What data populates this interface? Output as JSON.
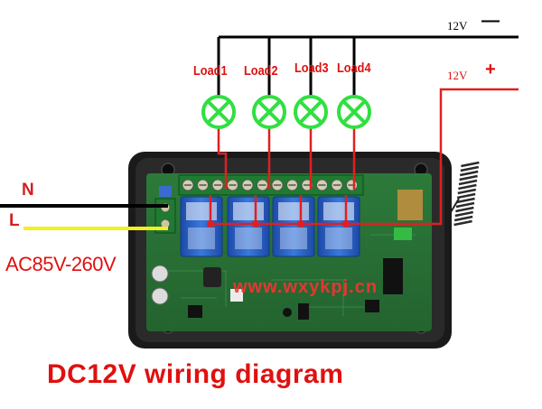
{
  "supply": {
    "negative_label": "12V",
    "negative_sign": "—",
    "positive_label": "12V",
    "positive_sign": "+"
  },
  "loads": [
    "Load1",
    "Load2",
    "Load3",
    "Load4"
  ],
  "mains": {
    "neutral_label": "N",
    "live_label": "L",
    "voltage_range": "AC85V-260V"
  },
  "watermark": "www.wxykpj.cn",
  "caption": "DC12V wiring diagram",
  "colors": {
    "negative_wire": "#000000",
    "positive_wire": "#e02020",
    "neutral_wire": "#000000",
    "live_wire": "#f0f020",
    "load_lamp": "#30e040",
    "relay": "#2a62c8",
    "pcb": "#2f7a3e",
    "enclosure": "#1d1d1d",
    "label_text": "#e01010"
  }
}
